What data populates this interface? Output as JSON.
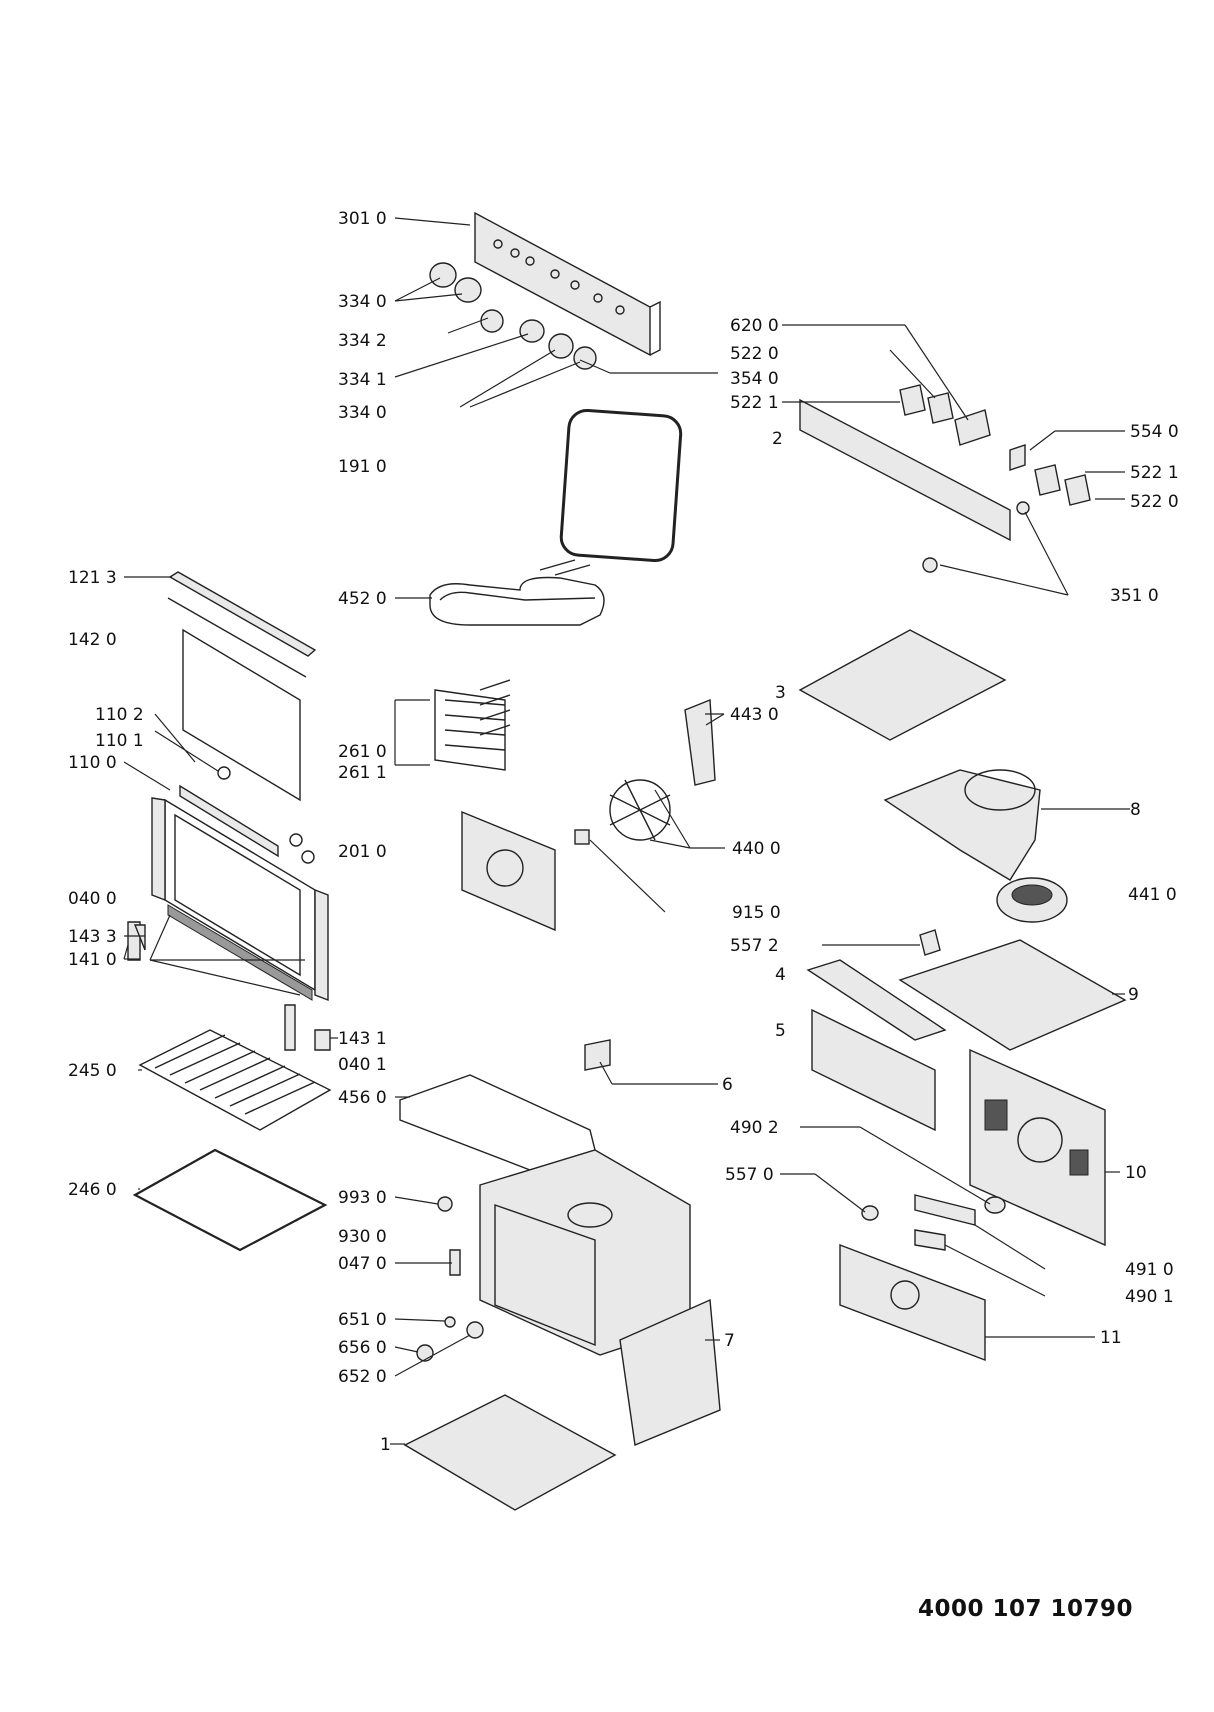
{
  "document_number": "4000 107 10790",
  "callouts": [
    {
      "id": "c3010",
      "label": "301 0"
    },
    {
      "id": "c3340a",
      "label": "334 0"
    },
    {
      "id": "c3342",
      "label": "334 2"
    },
    {
      "id": "c3341",
      "label": "334 1"
    },
    {
      "id": "c3340b",
      "label": "334 0"
    },
    {
      "id": "c1910",
      "label": "191 0"
    },
    {
      "id": "c6200",
      "label": "620 0"
    },
    {
      "id": "c5220a",
      "label": "522 0"
    },
    {
      "id": "c3540",
      "label": "354 0"
    },
    {
      "id": "c5221a",
      "label": "522 1"
    },
    {
      "id": "c2",
      "label": "2"
    },
    {
      "id": "c5540",
      "label": "554 0"
    },
    {
      "id": "c5221b",
      "label": "522 1"
    },
    {
      "id": "c5220b",
      "label": "522 0"
    },
    {
      "id": "c3510",
      "label": "351 0"
    },
    {
      "id": "c1213",
      "label": "121 3"
    },
    {
      "id": "c1420",
      "label": "142 0"
    },
    {
      "id": "c4520",
      "label": "452 0"
    },
    {
      "id": "c3",
      "label": "3"
    },
    {
      "id": "c4430",
      "label": "443 0"
    },
    {
      "id": "c1102",
      "label": "110 2"
    },
    {
      "id": "c1101",
      "label": "110 1"
    },
    {
      "id": "c1100",
      "label": "110 0"
    },
    {
      "id": "c2610",
      "label": "261 0"
    },
    {
      "id": "c2611",
      "label": "261 1"
    },
    {
      "id": "c8",
      "label": "8"
    },
    {
      "id": "c2010",
      "label": "201 0"
    },
    {
      "id": "c4400",
      "label": "440 0"
    },
    {
      "id": "c0400",
      "label": "040 0"
    },
    {
      "id": "c9150",
      "label": "915 0"
    },
    {
      "id": "c4410",
      "label": "441 0"
    },
    {
      "id": "c1433",
      "label": "143 3"
    },
    {
      "id": "c1410",
      "label": "141 0"
    },
    {
      "id": "c5572",
      "label": "557 2"
    },
    {
      "id": "c4",
      "label": "4"
    },
    {
      "id": "c9",
      "label": "9"
    },
    {
      "id": "c5",
      "label": "5"
    },
    {
      "id": "c1431",
      "label": "143 1"
    },
    {
      "id": "c0401",
      "label": "040 1"
    },
    {
      "id": "c2450",
      "label": "245 0"
    },
    {
      "id": "c6",
      "label": "6"
    },
    {
      "id": "c4560",
      "label": "456 0"
    },
    {
      "id": "c4902",
      "label": "490 2"
    },
    {
      "id": "c10",
      "label": "10"
    },
    {
      "id": "c2460",
      "label": "246 0"
    },
    {
      "id": "c5570",
      "label": "557 0"
    },
    {
      "id": "c9930",
      "label": "993 0"
    },
    {
      "id": "c9300",
      "label": "930 0"
    },
    {
      "id": "c0470",
      "label": "047 0"
    },
    {
      "id": "c4910",
      "label": "491 0"
    },
    {
      "id": "c4901",
      "label": "490 1"
    },
    {
      "id": "c6510",
      "label": "651 0"
    },
    {
      "id": "c11",
      "label": "11"
    },
    {
      "id": "c7",
      "label": "7"
    },
    {
      "id": "c6560",
      "label": "656 0"
    },
    {
      "id": "c6520",
      "label": "652 0"
    },
    {
      "id": "c1",
      "label": "1"
    }
  ]
}
